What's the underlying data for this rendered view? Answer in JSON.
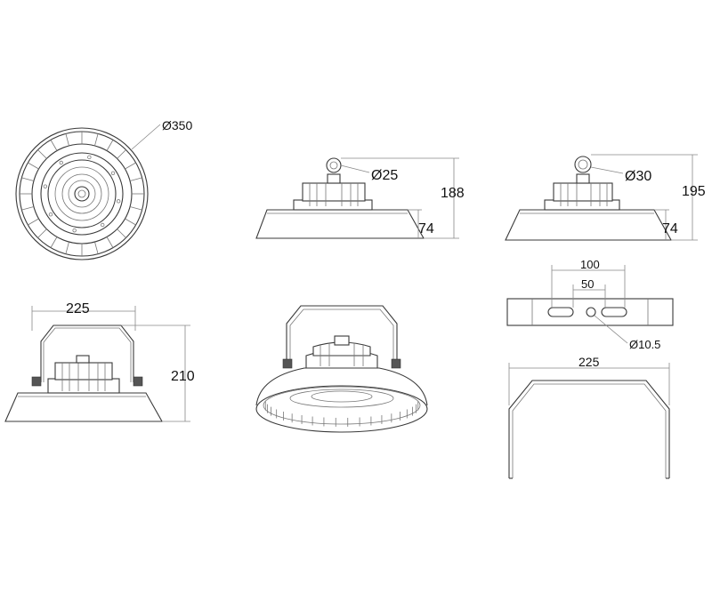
{
  "dimensions": {
    "top_view_diameter": "Ø350",
    "hook_a_diameter": "Ø25",
    "hook_a_height": "188",
    "hook_a_shade_height": "74",
    "hook_b_diameter": "Ø30",
    "hook_b_height": "195",
    "hook_b_shade_height": "74",
    "bracket_view_width": "225",
    "bracket_view_height": "210",
    "bracket_top_slot_spacing": "100",
    "bracket_top_inner_spacing": "50",
    "bracket_hole_diameter": "Ø10.5",
    "bracket_width": "225"
  }
}
